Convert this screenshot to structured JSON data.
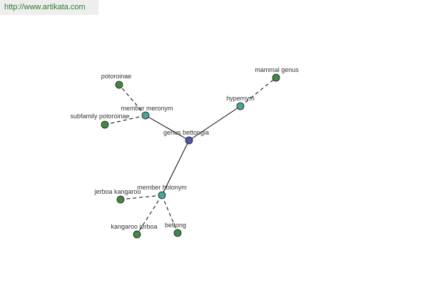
{
  "header": {
    "url": "http://www.artikata.com"
  },
  "colors": {
    "root": "#4a5aa6",
    "relation": "#4aa39a",
    "leaf": "#3f8a43",
    "edge": "#000000",
    "node_stroke": "#1a1a1a",
    "url_text": "#2d7a2d"
  },
  "graph": {
    "nodes": [
      {
        "id": "genus-bettongia",
        "label": "genus bettongia",
        "kind": "root"
      },
      {
        "id": "member-meronym",
        "label": "member meronym",
        "kind": "relation"
      },
      {
        "id": "hypernym",
        "label": "hypernym",
        "kind": "relation"
      },
      {
        "id": "member-holonym",
        "label": "member holonym",
        "kind": "relation"
      },
      {
        "id": "potoroinae",
        "label": "potoroinae",
        "kind": "leaf"
      },
      {
        "id": "subfamily-potoroinae",
        "label": "subfamily potoroinae",
        "kind": "leaf"
      },
      {
        "id": "mammal-genus",
        "label": "mammal genus",
        "kind": "leaf"
      },
      {
        "id": "jerboa-kangaroo",
        "label": "jerboa kangaroo",
        "kind": "leaf"
      },
      {
        "id": "kangaroo-jerboa",
        "label": "kangaroo jerboa",
        "kind": "leaf"
      },
      {
        "id": "bettong",
        "label": "bettong",
        "kind": "leaf"
      }
    ],
    "edges": [
      {
        "from": "genus-bettongia",
        "to": "member-meronym",
        "style": "solid"
      },
      {
        "from": "genus-bettongia",
        "to": "hypernym",
        "style": "solid"
      },
      {
        "from": "genus-bettongia",
        "to": "member-holonym",
        "style": "solid"
      },
      {
        "from": "member-meronym",
        "to": "potoroinae",
        "style": "dashed"
      },
      {
        "from": "member-meronym",
        "to": "subfamily-potoroinae",
        "style": "dashed"
      },
      {
        "from": "hypernym",
        "to": "mammal-genus",
        "style": "dashed"
      },
      {
        "from": "member-holonym",
        "to": "jerboa-kangaroo",
        "style": "dashed"
      },
      {
        "from": "member-holonym",
        "to": "kangaroo-jerboa",
        "style": "dashed"
      },
      {
        "from": "member-holonym",
        "to": "bettong",
        "style": "dashed"
      }
    ]
  }
}
